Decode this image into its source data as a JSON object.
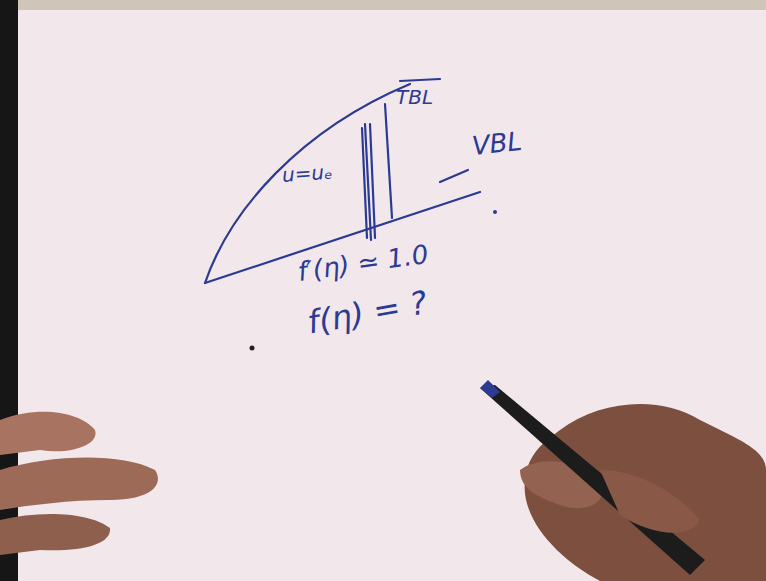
{
  "diagram": {
    "labels": [
      "TBL",
      "VBL",
      "u=uₑ",
      "f′(η) ≃ 1.0",
      "f(η) = ?"
    ]
  }
}
